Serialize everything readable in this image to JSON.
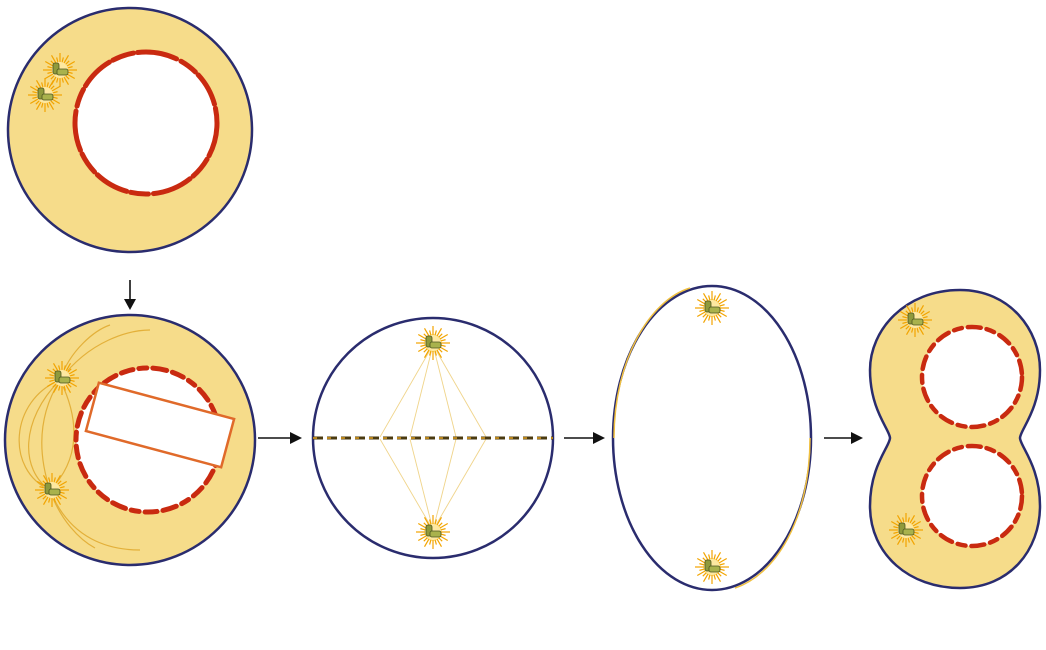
{
  "diagram": {
    "stages": [
      {
        "id": "interphase"
      },
      {
        "id": "prometaphase"
      },
      {
        "id": "metaphase"
      },
      {
        "id": "anaphase"
      },
      {
        "id": "telophase"
      }
    ],
    "arrows": [
      {
        "from": "interphase",
        "to": "prometaphase"
      },
      {
        "from": "prometaphase",
        "to": "metaphase"
      },
      {
        "from": "metaphase",
        "to": "anaphase"
      },
      {
        "from": "anaphase",
        "to": "telophase"
      }
    ]
  },
  "colors": {
    "cytoplasm": "#f6dc8a",
    "outline": "#2a2c6e",
    "nuclear_envelope": "#c92a10",
    "nucleus_interior": "#ffffff",
    "centrosome_rays": "#f2a400",
    "centriole": "#8f9a3c",
    "spindle_fiber": "#e3b03a",
    "arrow": "#111111"
  }
}
